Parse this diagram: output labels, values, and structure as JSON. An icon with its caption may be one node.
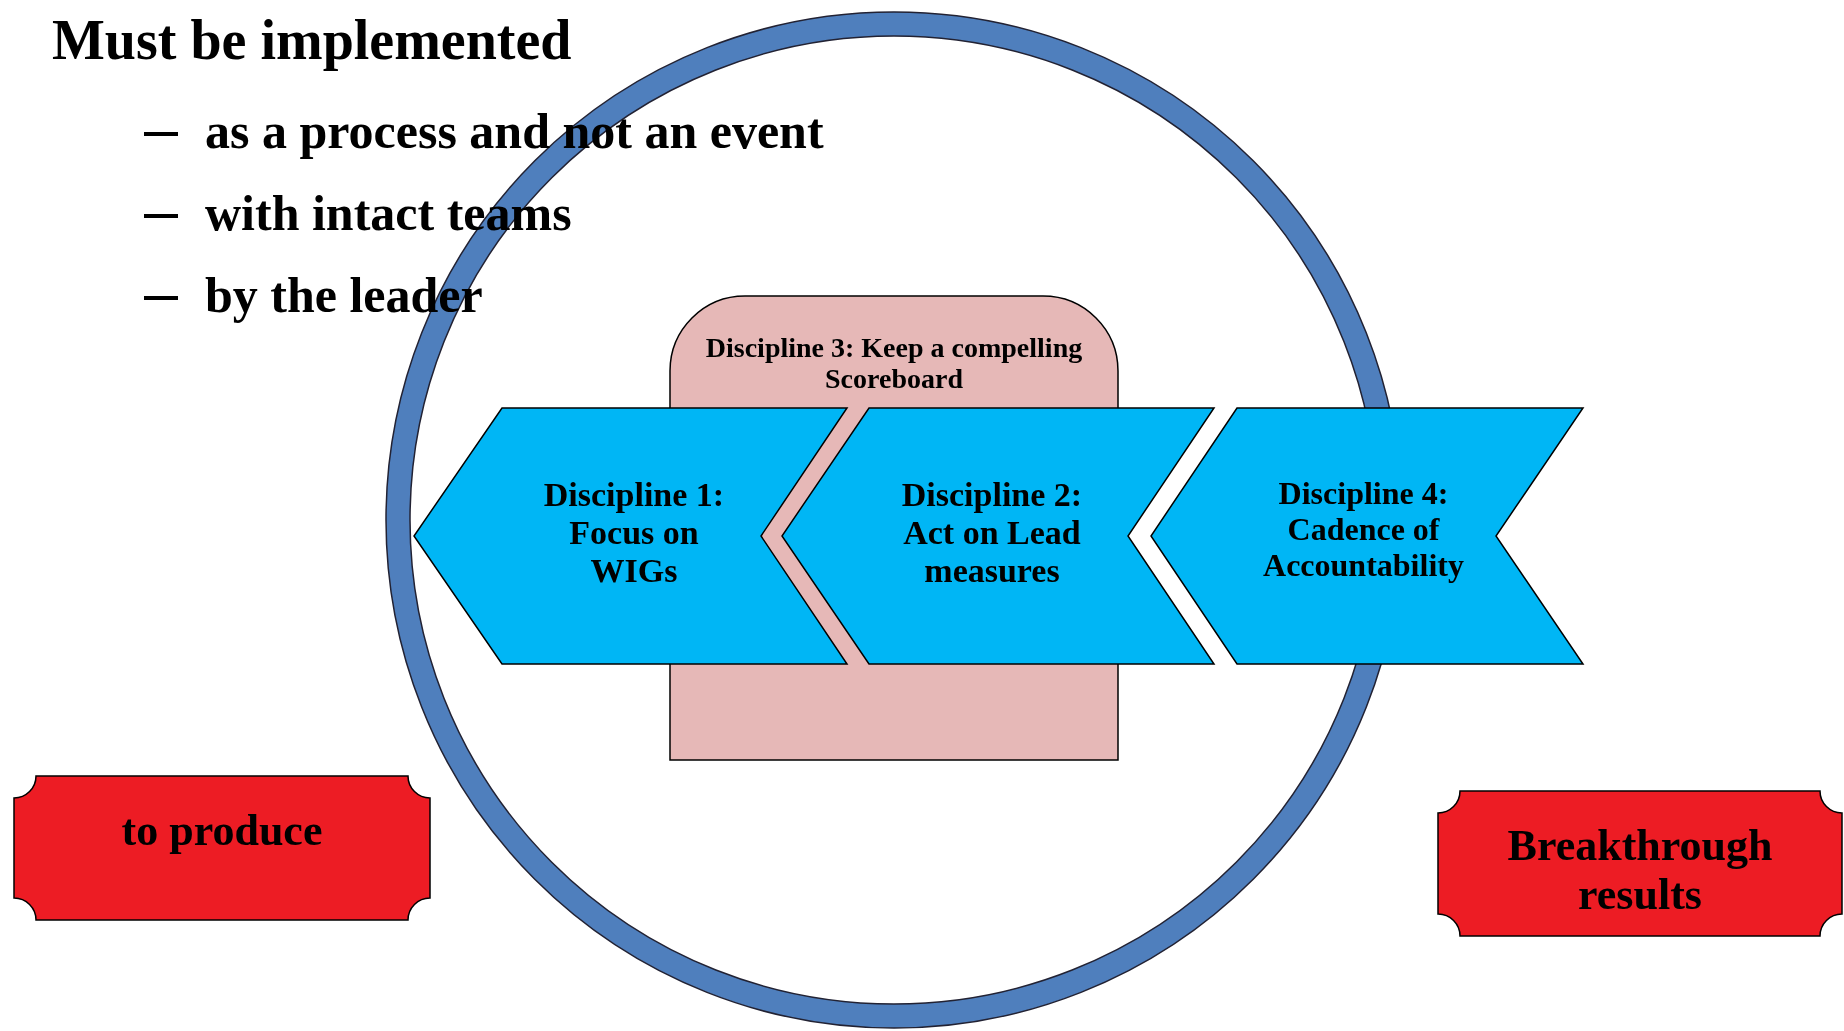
{
  "diagram": {
    "title": "Must be implemented",
    "nodes": [
      {
        "text": [
          "Discipline 3: Keep a compelling Scoreboard"
        ]
      },
      {
        "text": [
          "Discipline 1: Focus on WIGs"
        ]
      },
      {
        "text": [
          "Discipline 2: Act on Lead measures"
        ]
      },
      {
        "text": [
          "Discipline 4: Cadence of Accountability"
        ]
      },
      {
        "text": [
          "to produce"
        ]
      },
      {
        "text": [
          "Breakthrough results"
        ]
      }
    ],
    "edges": [],
    "labels": [
      "as a process and not an event",
      "with intact teams",
      "by the leader"
    ]
  }
}
